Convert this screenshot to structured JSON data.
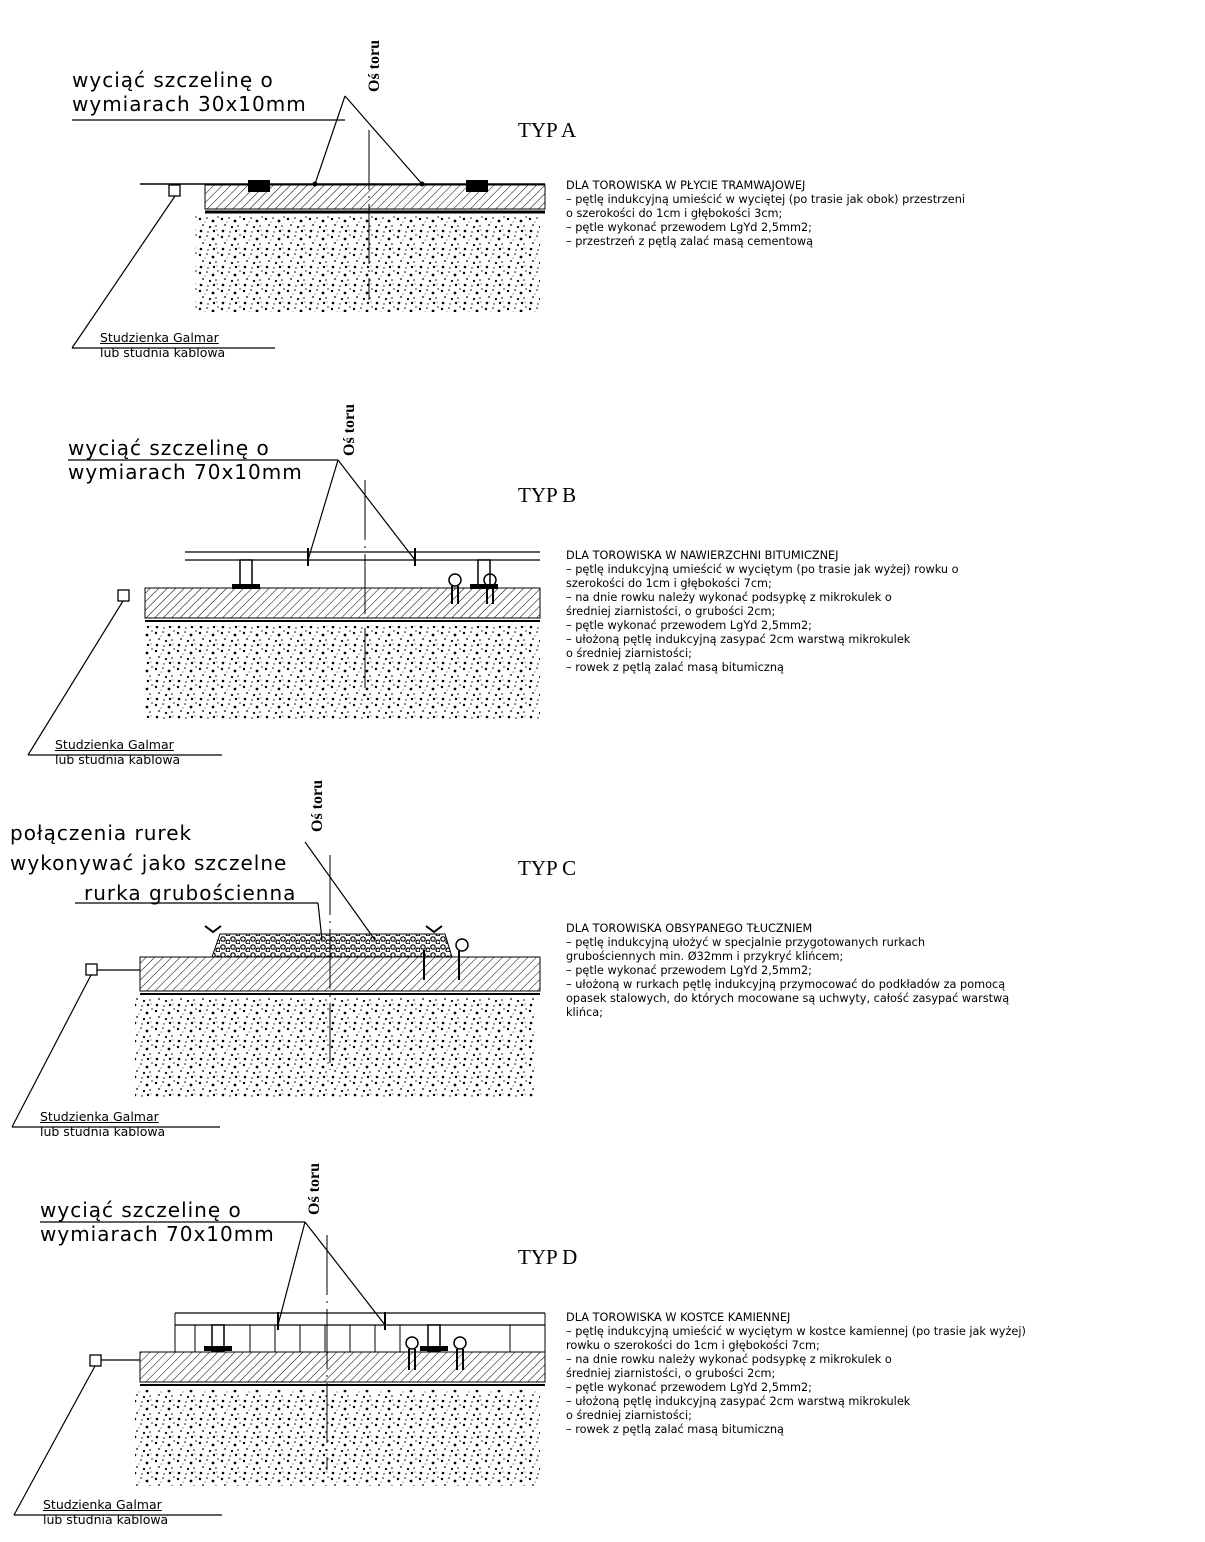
{
  "sections": [
    {
      "type_label": "TYP A",
      "axis_label": "Oś toru",
      "callout_lines": [
        "wyciąć szczelinę o",
        "wymiarach 30x10mm"
      ],
      "chamber_lines": [
        "Studzienka Galmar",
        "lub studnia kablowa"
      ],
      "notes_title": "DLA TOROWISKA W PŁYCIE TRAMWAJOWEJ",
      "notes": [
        "– pętlę indukcyjną umieścić w wyciętej (po trasie jak obok) przestrzeni",
        "o szerokości do 1cm i głębokości 3cm;",
        "– pętle wykonać przewodem LgYd 2,5mm2;",
        "– przestrzeń z pętlą zalać masą cementową"
      ]
    },
    {
      "type_label": "TYP B",
      "axis_label": "Oś toru",
      "callout_lines": [
        "wyciąć szczelinę o",
        "wymiarach 70x10mm"
      ],
      "chamber_lines": [
        "Studzienka Galmar",
        "lub studnia kablowa"
      ],
      "notes_title": "DLA TOROWISKA W NAWIERZCHNI BITUMICZNEJ",
      "notes": [
        "– pętlę indukcyjną umieścić w wyciętym (po trasie jak wyżej) rowku o",
        "szerokości do 1cm i głębokości 7cm;",
        "– na dnie rowku należy wykonać podsypkę z mikrokulek o",
        "średniej ziarnistości, o grubości 2cm;",
        "– pętle wykonać przewodem LgYd 2,5mm2;",
        "– ułożoną pętlę indukcyjną zasypać 2cm warstwą mikrokulek",
        "o średniej ziarnistości;",
        "– rowek z pętlą zalać masą bitumiczną"
      ]
    },
    {
      "type_label": "TYP C",
      "axis_label": "Oś toru",
      "callout_lines": [
        "połączenia rurek",
        "wykonywać jako szczelne",
        "rurka grubościenna"
      ],
      "chamber_lines": [
        "Studzienka Galmar",
        "lub studnia kablowa"
      ],
      "notes_title": "DLA TOROWISKA OBSYPANEGO TŁUCZNIEM",
      "notes": [
        "– pętlę indukcyjną ułożyć w specjalnie przygotowanych rurkach",
        "grubościennych min. Ø32mm i przykryć klińcem;",
        "– pętle wykonać przewodem LgYd 2,5mm2;",
        "– ułożoną w rurkach pętlę indukcyjną przymocować do podkładów za pomocą",
        "opasek stalowych, do których mocowane są uchwyty, całość zasypać warstwą",
        "klińca;"
      ]
    },
    {
      "type_label": "TYP D",
      "axis_label": "Oś toru",
      "callout_lines": [
        "wyciąć szczelinę o",
        "wymiarach 70x10mm"
      ],
      "chamber_lines": [
        "Studzienka Galmar",
        "lub studnia kablowa"
      ],
      "notes_title": "DLA TOROWISKA W KOSTCE KAMIENNEJ",
      "notes": [
        "– pętlę indukcyjną umieścić w wyciętym w kostce kamiennej (po trasie jak wyżej)",
        "rowku o szerokości do 1cm i głębokości 7cm;",
        "– na dnie rowku należy wykonać podsypkę z mikrokulek o",
        "średniej ziarnistości, o grubości 2cm;",
        "– pętle wykonać przewodem LgYd 2,5mm2;",
        "– ułożoną pętlę indukcyjną zasypać 2cm warstwą mikrokulek",
        "o średniej ziarnistości;",
        "– rowek z pętlą zalać masą bitumiczną"
      ]
    }
  ]
}
